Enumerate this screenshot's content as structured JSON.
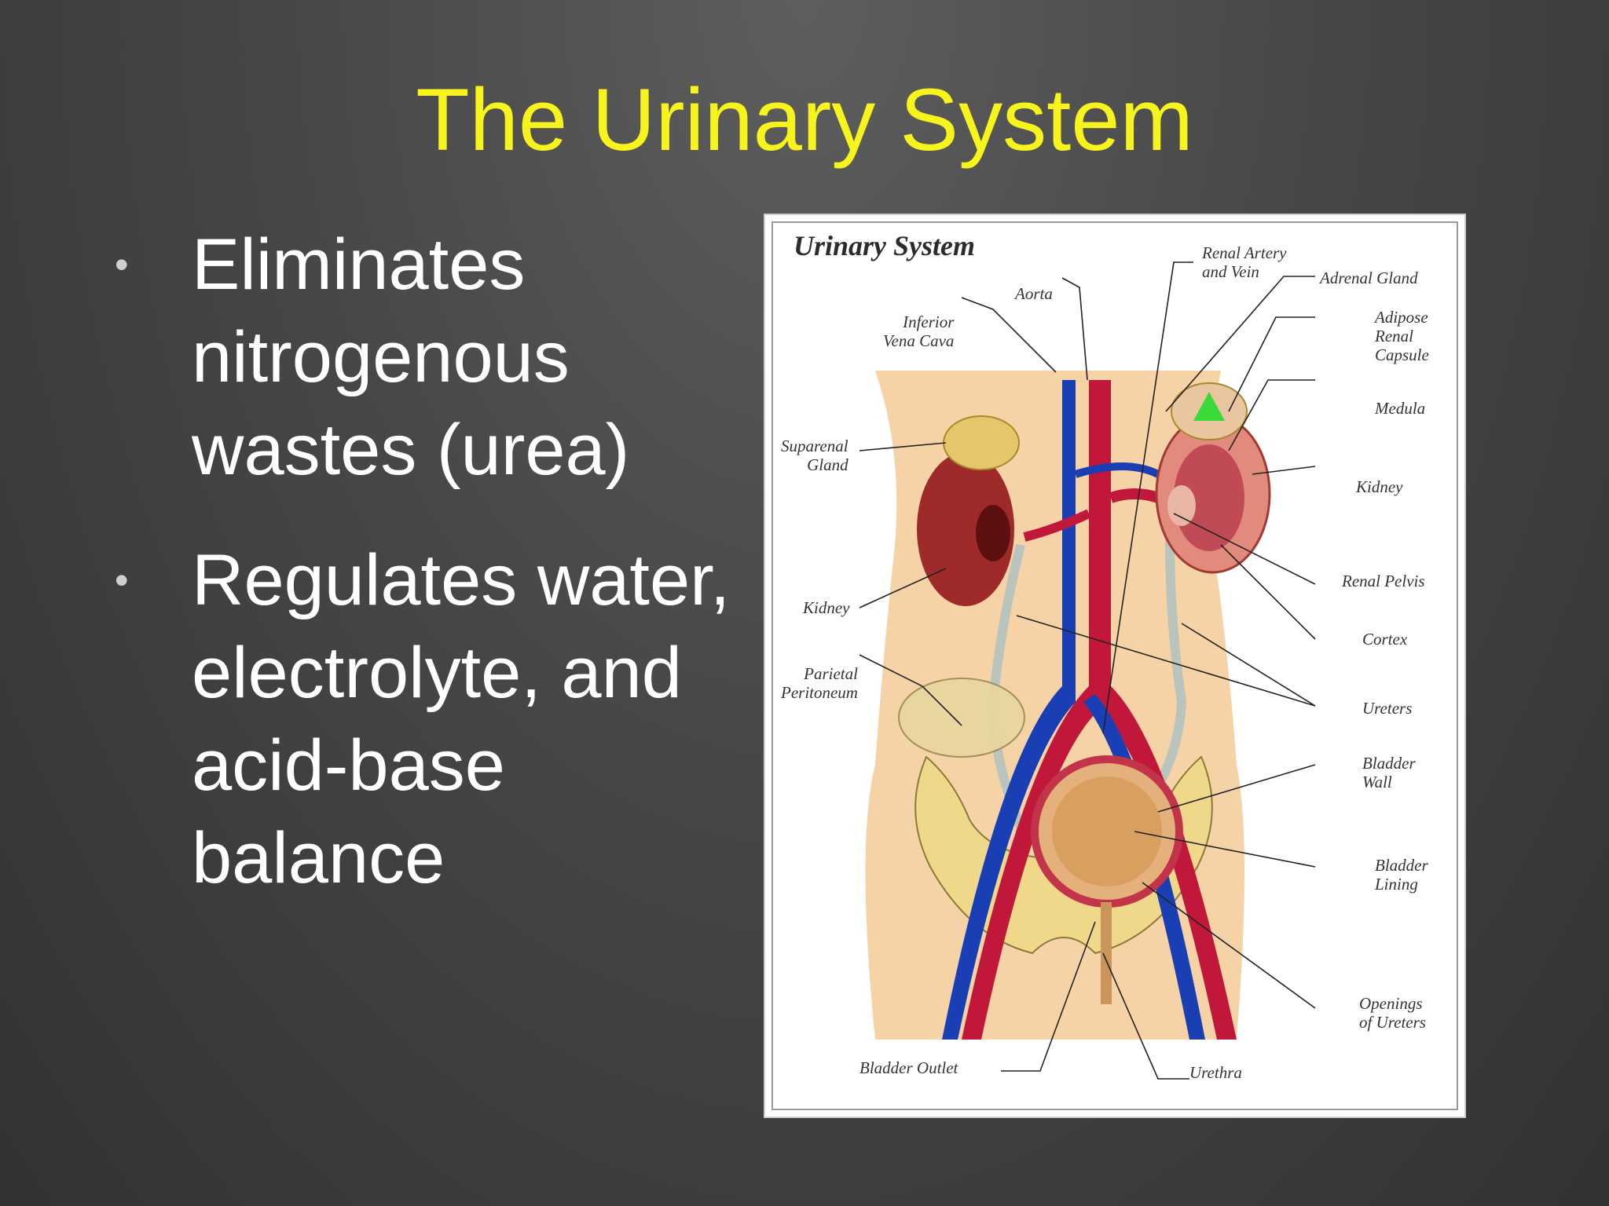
{
  "slide": {
    "title": "The Urinary System",
    "bullets": [
      "Eliminates nitrogenous wastes (urea)",
      "Regulates water, electrolyte, and acid-base balance"
    ],
    "bullet_glyph": "•"
  },
  "figure": {
    "title": "Urinary System",
    "labels": {
      "aorta": "Aorta",
      "renal_artery_vein": "Renal Artery\nand Vein",
      "adrenal_gland": "Adrenal Gland",
      "adipose_renal_capsule": "Adipose\nRenal\nCapsule",
      "inferior_vena_cava": "Inferior\nVena Cava",
      "medula": "Medula",
      "suparenal_gland": "Suparenal\nGland",
      "kidney_right": "Kidney",
      "kidney_left": "Kidney",
      "renal_pelvis": "Renal Pelvis",
      "cortex": "Cortex",
      "parietal_peritoneum": "Parietal\nPeritoneum",
      "ureters": "Ureters",
      "bladder_wall": "Bladder\nWall",
      "bladder_lining": "Bladder\nLining",
      "openings_of_ureters": "Openings\nof Ureters",
      "bladder_outlet": "Bladder Outlet",
      "urethra": "Urethra"
    }
  },
  "colors": {
    "background": "#474747",
    "title": "#f7f31c",
    "bullet_text": "#ffffff",
    "artery": "#c0173a",
    "vein": "#1a3fb5",
    "skin": "#f6d3a6",
    "kidney": "#9e2a2a",
    "adrenal_highlight": "#39d93a",
    "bladder": "#e4b07c",
    "ureter": "#b9c4bd"
  }
}
